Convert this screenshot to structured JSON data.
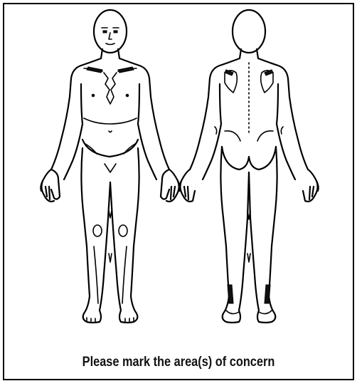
{
  "caption": "Please mark the area(s) of concern",
  "colors": {
    "background": "#ffffff",
    "ink": "#000000",
    "border": "#000000"
  },
  "figures": [
    "front-body-figure",
    "back-body-figure"
  ]
}
